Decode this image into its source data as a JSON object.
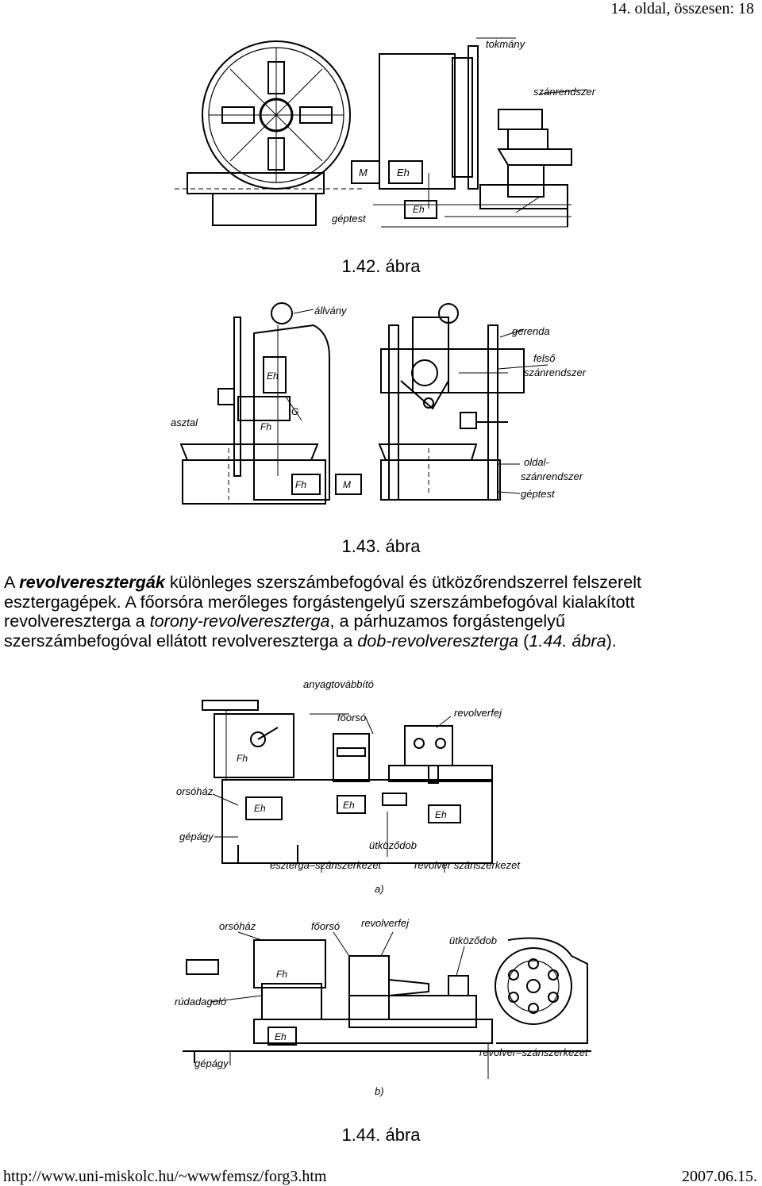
{
  "header": {
    "page_info": "14. oldal, összesen: 18"
  },
  "figure_142": {
    "caption": "1.42. ábra",
    "labels": {
      "tokmany": "tokmány",
      "szanrendszer": "szánrendszer",
      "M": "M",
      "Eh": "Eh",
      "Eh2": "Eh",
      "geptest": "géptest"
    }
  },
  "figure_143": {
    "caption": "1.43. ábra",
    "labels": {
      "allvany": "állvány",
      "Eh1": "Eh",
      "Fh2": "Fh",
      "G": "G",
      "asztal": "asztal",
      "Fh": "Fh",
      "M": "M",
      "gerenda": "gerenda",
      "felso": "felső",
      "felso_szanrendszer": "szánrendszer",
      "oldal": "oldal-",
      "oldal_szanrendszer": "szánrendszer",
      "geptest": "géptest"
    }
  },
  "paragraph": {
    "p1": "A ",
    "p1_bold": "revolveresztergák",
    "p1_rest": " különleges szerszámbefogóval és ütközőrendszerrel felszerelt",
    "p2": "esztergagépek. A főorsóra merőleges forgástengelyű szerszámbefogóval kialakított",
    "p3a": "revolvereszterga a ",
    "p3_it": "torony-revolvereszterga",
    "p3b": ", a párhuzamos forgástengelyű",
    "p4a": "szerszámbefogóval ellátott revolvereszterga a ",
    "p4_it": "dob-revolvereszterga",
    "p4b": " (",
    "p4_ref": "1.44. ábra",
    "p4c": ")."
  },
  "figure_144": {
    "caption": "1.44. ábra",
    "labels_a": {
      "anyagtovabbito": "anyagtovábbító",
      "foorso": "főorsó",
      "revolverfej": "revolverfej",
      "Fh": "Fh",
      "orsohaz": "orsóház",
      "Eh": "Eh",
      "Eh1": "Eh",
      "Eh2": "Eh",
      "gepagy": "gépágy",
      "utkozodob": "ütköződob",
      "eszterga_szan": "eszterga–szánszerkezet",
      "revolver_szan": "revolver szánszerkezet",
      "sub_a": "a)"
    },
    "labels_b": {
      "orsohaz": "orsóház",
      "foorso": "főorsó",
      "revolverfej": "revolverfej",
      "utkozodob": "ütköződob",
      "Fh": "Fh",
      "rudadagolo": "rúdadagoló",
      "Eh": "Eh",
      "gepagy": "gépágy",
      "revolver_szan": "revolver–szánszerkezet",
      "sub_b": "b)"
    }
  },
  "footer": {
    "url": "http://www.uni-miskolc.hu/~wwwfemsz/forg3.htm",
    "date": "2007.06.15."
  }
}
